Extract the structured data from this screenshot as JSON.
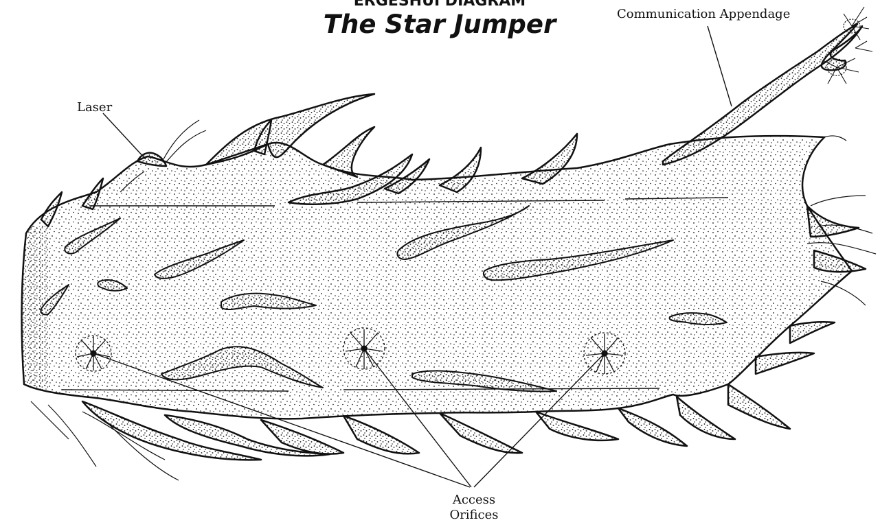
{
  "diagram": {
    "supertitle": "ERGESHUI DIAGRAM",
    "title": "The Star Jumper",
    "labels": {
      "communication_appendage": "Communication Appendage",
      "laser": "Laser",
      "access_orifices_line1": "Access",
      "access_orifices_line2": "Orifices"
    }
  },
  "colors": {
    "ink": "#111111",
    "paper": "#ffffff"
  }
}
